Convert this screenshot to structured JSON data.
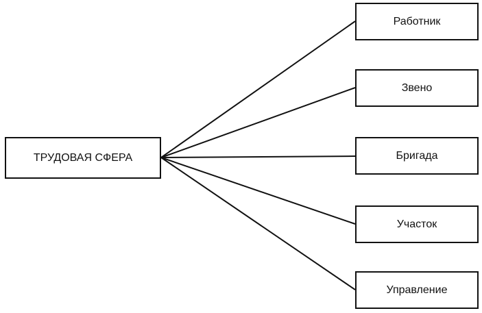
{
  "root": {
    "label": "ТРУДОВАЯ СФЕРА"
  },
  "children": [
    {
      "label": "Работник"
    },
    {
      "label": "Звено"
    },
    {
      "label": "Бригада"
    },
    {
      "label": "Участок"
    },
    {
      "label": "Управление"
    }
  ],
  "colors": {
    "stroke": "#111111",
    "background": "#ffffff"
  }
}
